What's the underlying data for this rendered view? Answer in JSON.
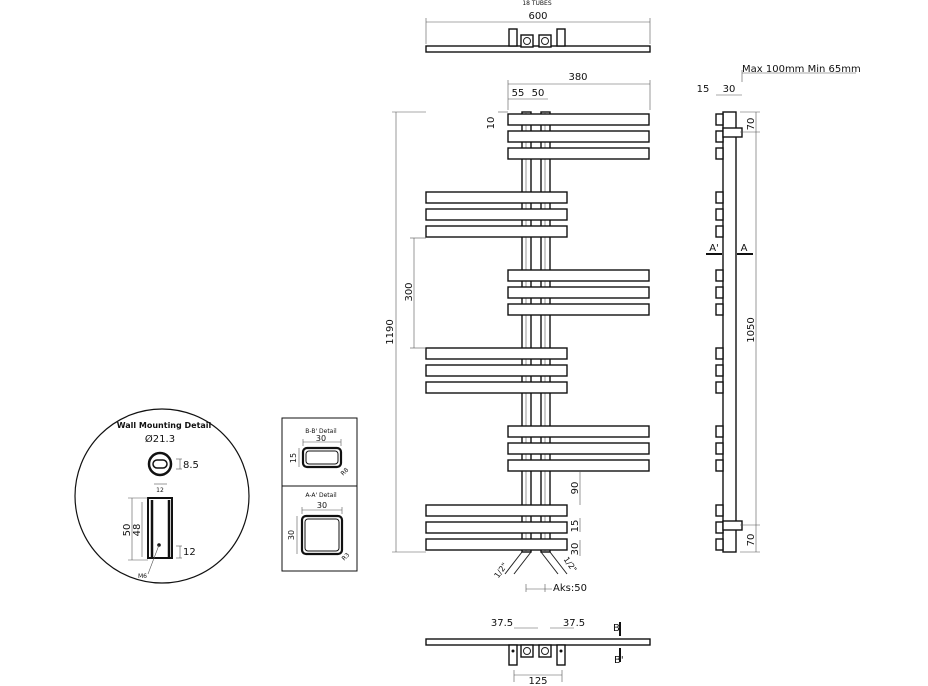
{
  "top_view": {
    "tubes_label": "18 TUBES",
    "width_label": "600"
  },
  "front_view": {
    "width_label": "380",
    "dim_55": "55",
    "dim_50": "50",
    "dim_10": "10",
    "dim_300": "300",
    "height_label": "1190",
    "dim_90": "90",
    "dim_15": "15",
    "dim_30": "30",
    "valve_left": "1/2\"",
    "valve_right": "1/2\"",
    "aks_label": "Aks:50"
  },
  "side_view": {
    "max_min_label": "Max 100mm  Min 65mm",
    "dim_15": "15",
    "dim_30": "30",
    "dim_70_top": "70",
    "dim_1050": "1050",
    "dim_70_bottom": "70",
    "section_a_left": "A'",
    "section_a_right": "A"
  },
  "bottom_view": {
    "dim_left": "37.5",
    "dim_right": "37.5",
    "dim_center": "125",
    "section_b_top": "B",
    "section_b_bottom": "B'"
  },
  "wall_mount": {
    "title": "Wall Mounting Detail",
    "diameter": "Ø21.3",
    "dim_8_5": "8.5",
    "dim_12_top": "12",
    "dim_50": "50",
    "dim_48": "48",
    "dim_12_side": "12",
    "thread": "M6"
  },
  "section_details": {
    "bb_title": "B-B' Detail",
    "bb_width": "30",
    "bb_height": "15",
    "bb_radius": "R8",
    "aa_title": "A-A' Detail",
    "aa_width": "30",
    "aa_height": "30",
    "aa_radius": "R3"
  }
}
